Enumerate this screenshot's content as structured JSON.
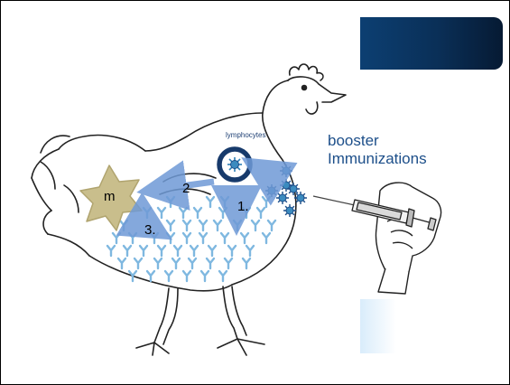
{
  "labels": {
    "lymphocytes": "lymphocytes",
    "booster_line1": "booster",
    "booster_line2": "Immunizations",
    "macrophage": "m",
    "step1": "1.",
    "step2": "2",
    "step3": "3."
  },
  "colors": {
    "banner": "#0a2f57",
    "arrow": "#6f9ad6",
    "cell_ring": "#173a6b",
    "antigen": "#3b8bbf",
    "antibody": "#7fb8e0",
    "macrophage": "#c9be8c",
    "booster_text": "#1d4f8a"
  },
  "icons": [
    "chicken",
    "syringe",
    "hand",
    "lymphocyte-cell",
    "macrophage-star",
    "antigen-virus",
    "antibody-y"
  ]
}
